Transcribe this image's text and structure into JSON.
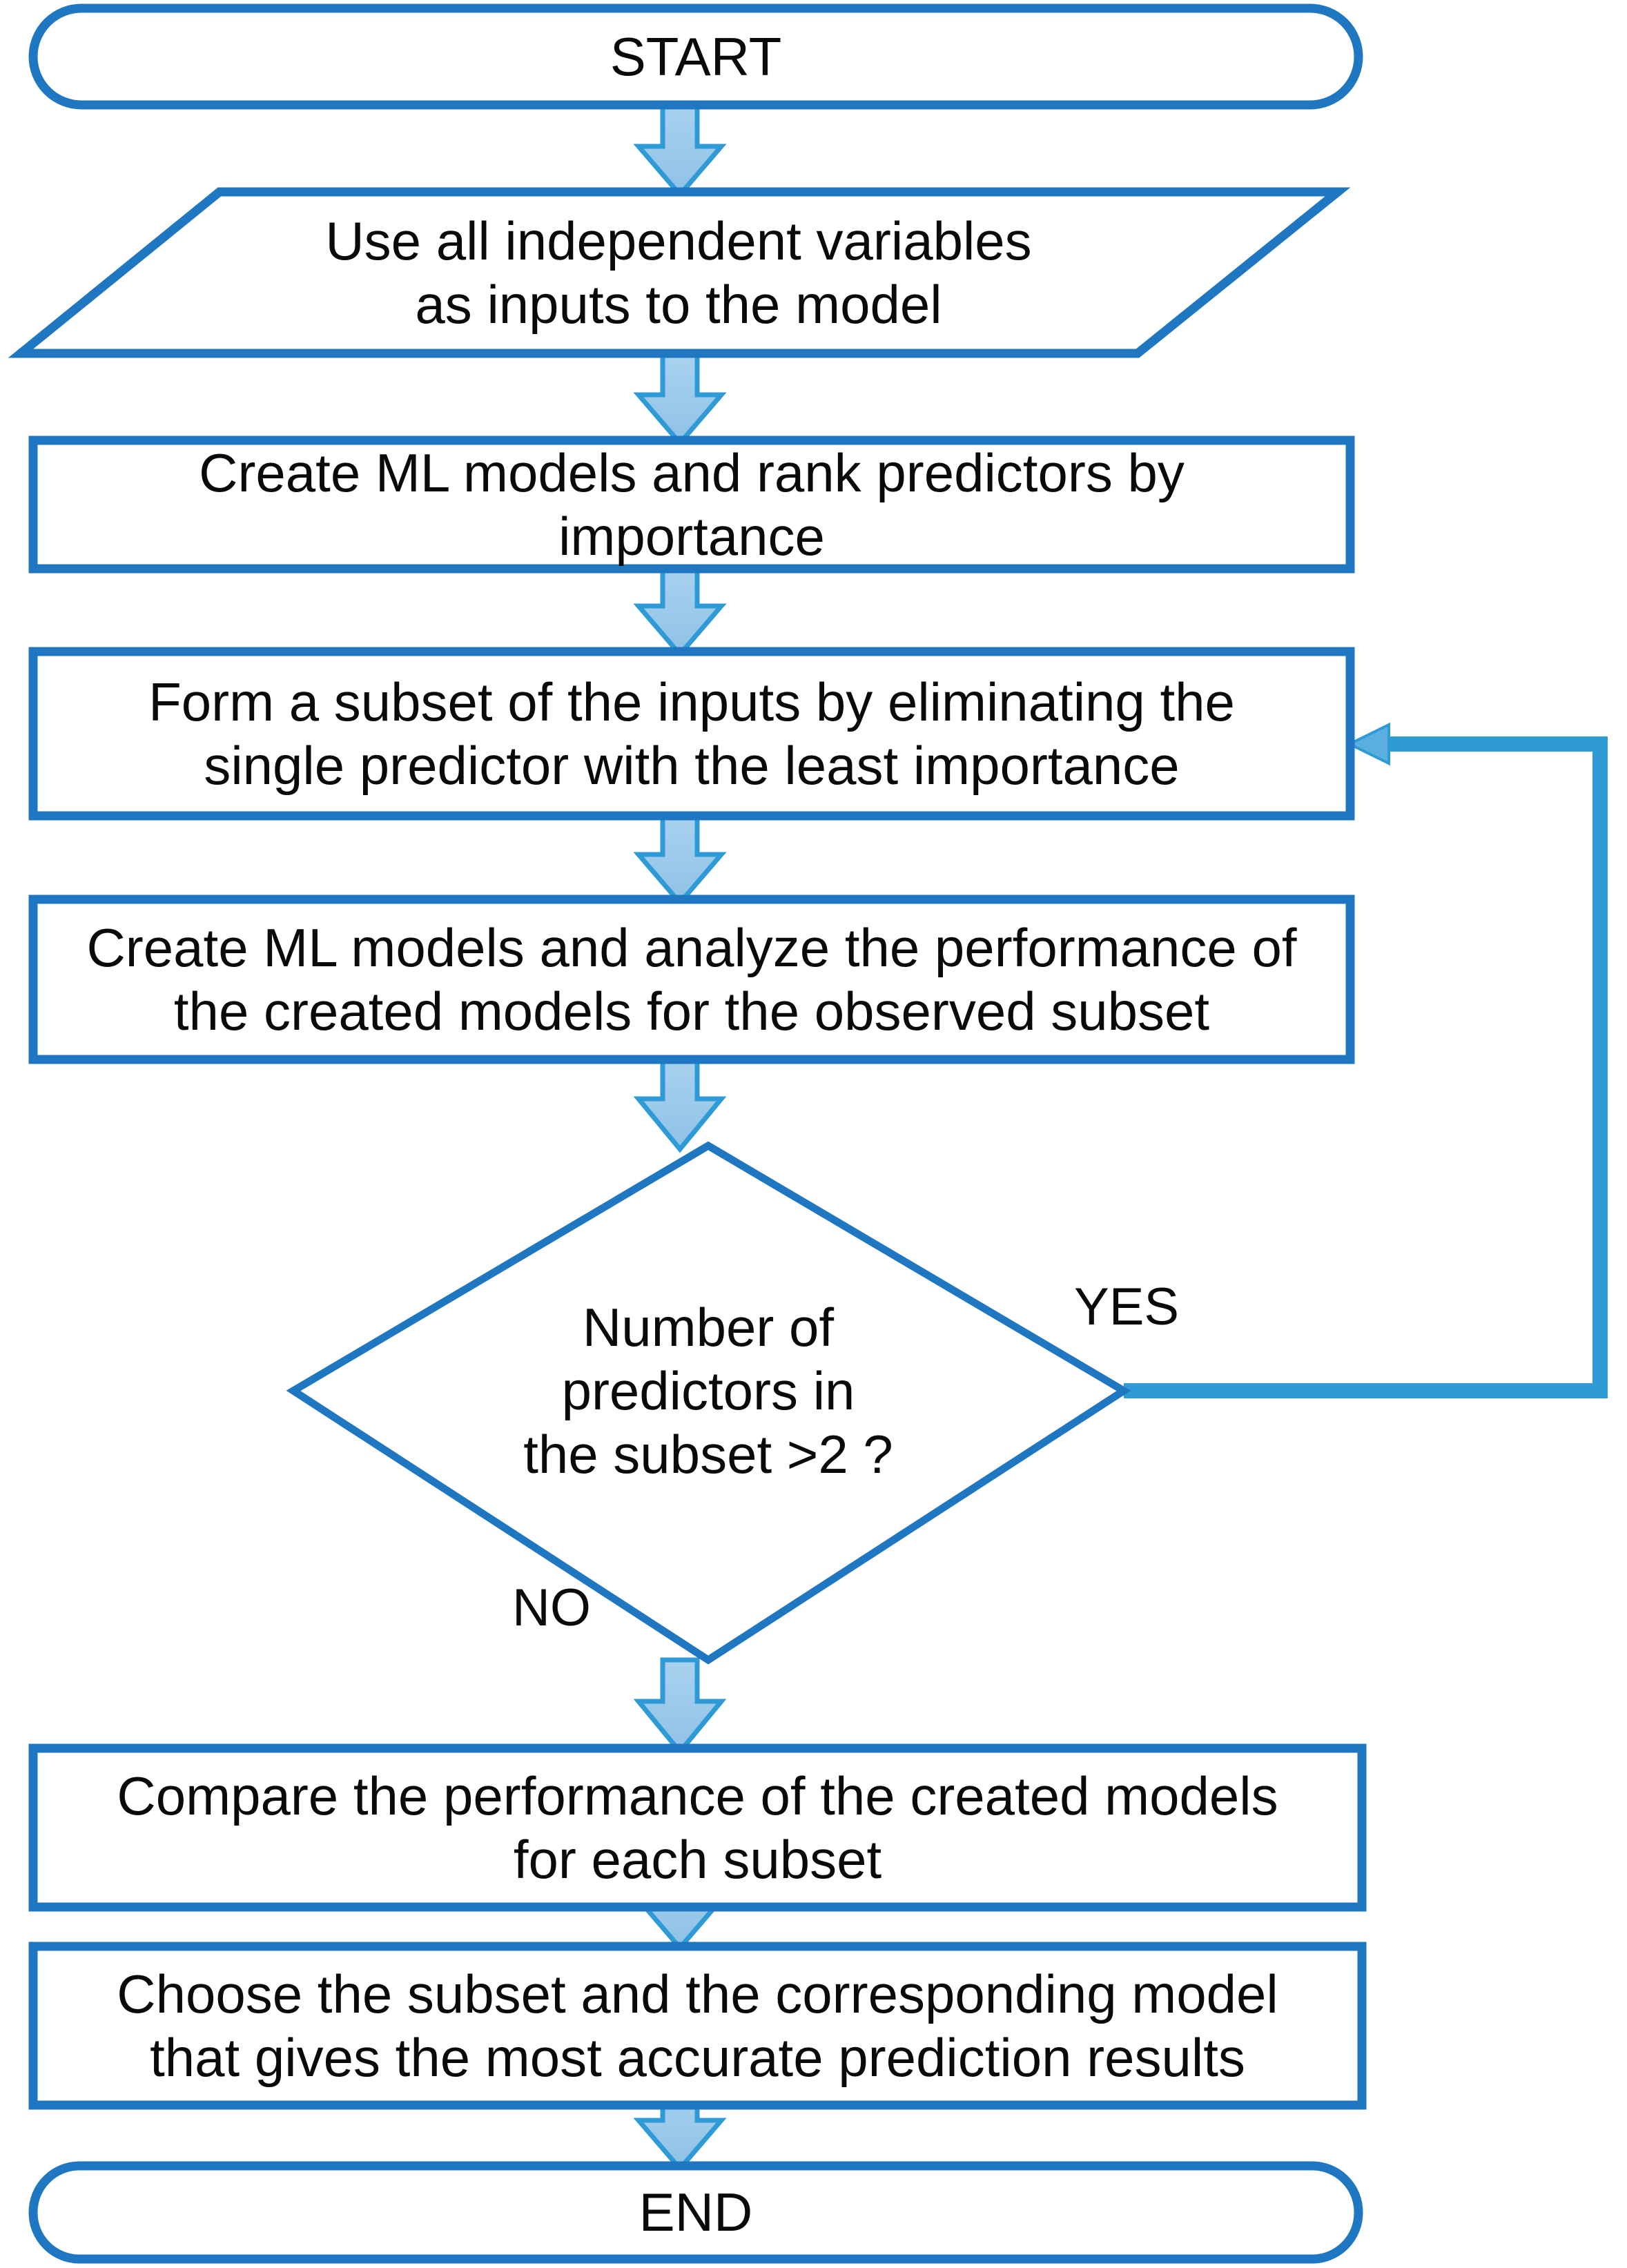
{
  "diagram": {
    "title": "Recursive feature elimination flowchart",
    "colors": {
      "shape_stroke": "#1F77C2",
      "arrow_fill": "#9CC9EA",
      "arrow_stroke": "#2E9BD6",
      "connector_line": "#2E9BD6",
      "text": "#0A0A0A",
      "background": "#FFFFFF"
    },
    "nodes": [
      {
        "id": "start",
        "shape": "terminator",
        "lines": [
          "START"
        ]
      },
      {
        "id": "use-all-inputs",
        "shape": "parallelogram",
        "lines": [
          "Use all independent variables",
          "as inputs to the model"
        ]
      },
      {
        "id": "create-rank",
        "shape": "process",
        "lines": [
          "Create ML models and rank predictors by",
          "importance"
        ]
      },
      {
        "id": "form-subset",
        "shape": "process",
        "lines": [
          "Form a subset of the inputs by eliminating the",
          "single predictor with the least importance"
        ]
      },
      {
        "id": "create-analyze",
        "shape": "process",
        "lines": [
          "Create ML models and analyze the performance of",
          "the created models for the observed subset"
        ]
      },
      {
        "id": "decision",
        "shape": "diamond",
        "lines": [
          "Number of",
          "predictors in",
          "the subset >2 ?"
        ]
      },
      {
        "id": "compare",
        "shape": "process",
        "lines": [
          "Compare the performance of the created models",
          "for each subset"
        ]
      },
      {
        "id": "choose",
        "shape": "process",
        "lines": [
          "Choose the subset and the corresponding model",
          "that gives the most accurate prediction results"
        ]
      },
      {
        "id": "end",
        "shape": "terminator",
        "lines": [
          "END"
        ]
      }
    ],
    "edge_labels": [
      {
        "id": "yes-label",
        "text": "YES"
      },
      {
        "id": "no-label",
        "text": "NO"
      }
    ]
  }
}
